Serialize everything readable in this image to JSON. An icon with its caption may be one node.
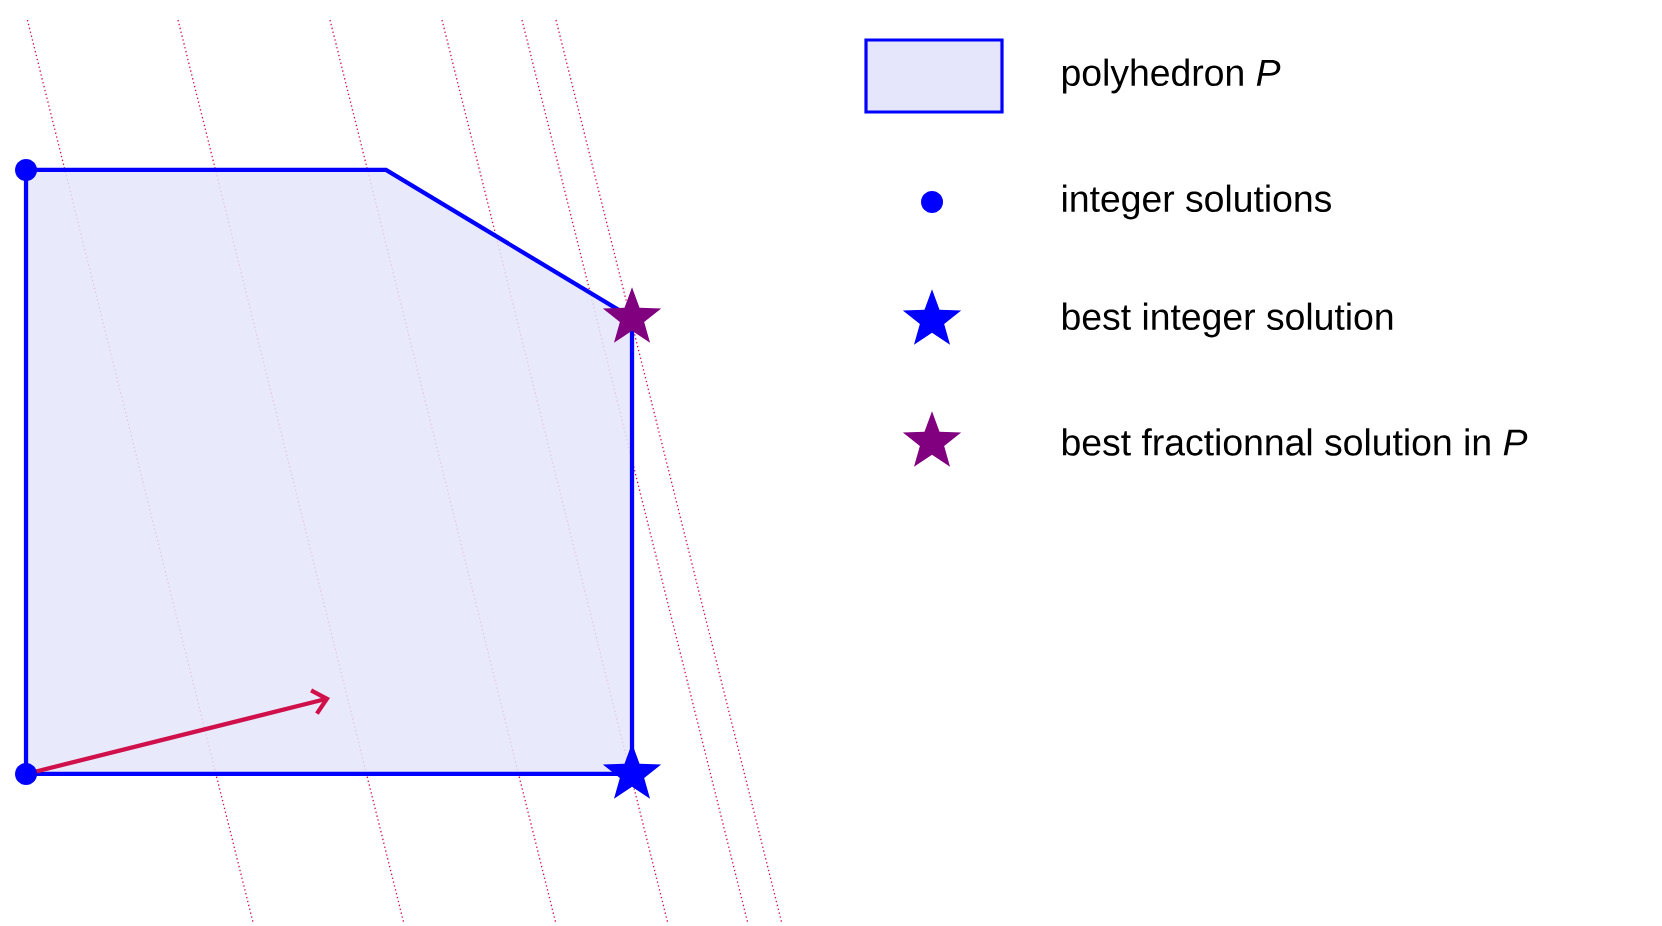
{
  "diagram": {
    "legend": [
      {
        "text": "polyhedron *P*",
        "color": "#e5e5fc"
      },
      {
        "text": "integer solutions"
      },
      {
        "text": "best integer solution"
      },
      {
        "text": "best fractionnal solution in *P*"
      }
    ]
  }
}
